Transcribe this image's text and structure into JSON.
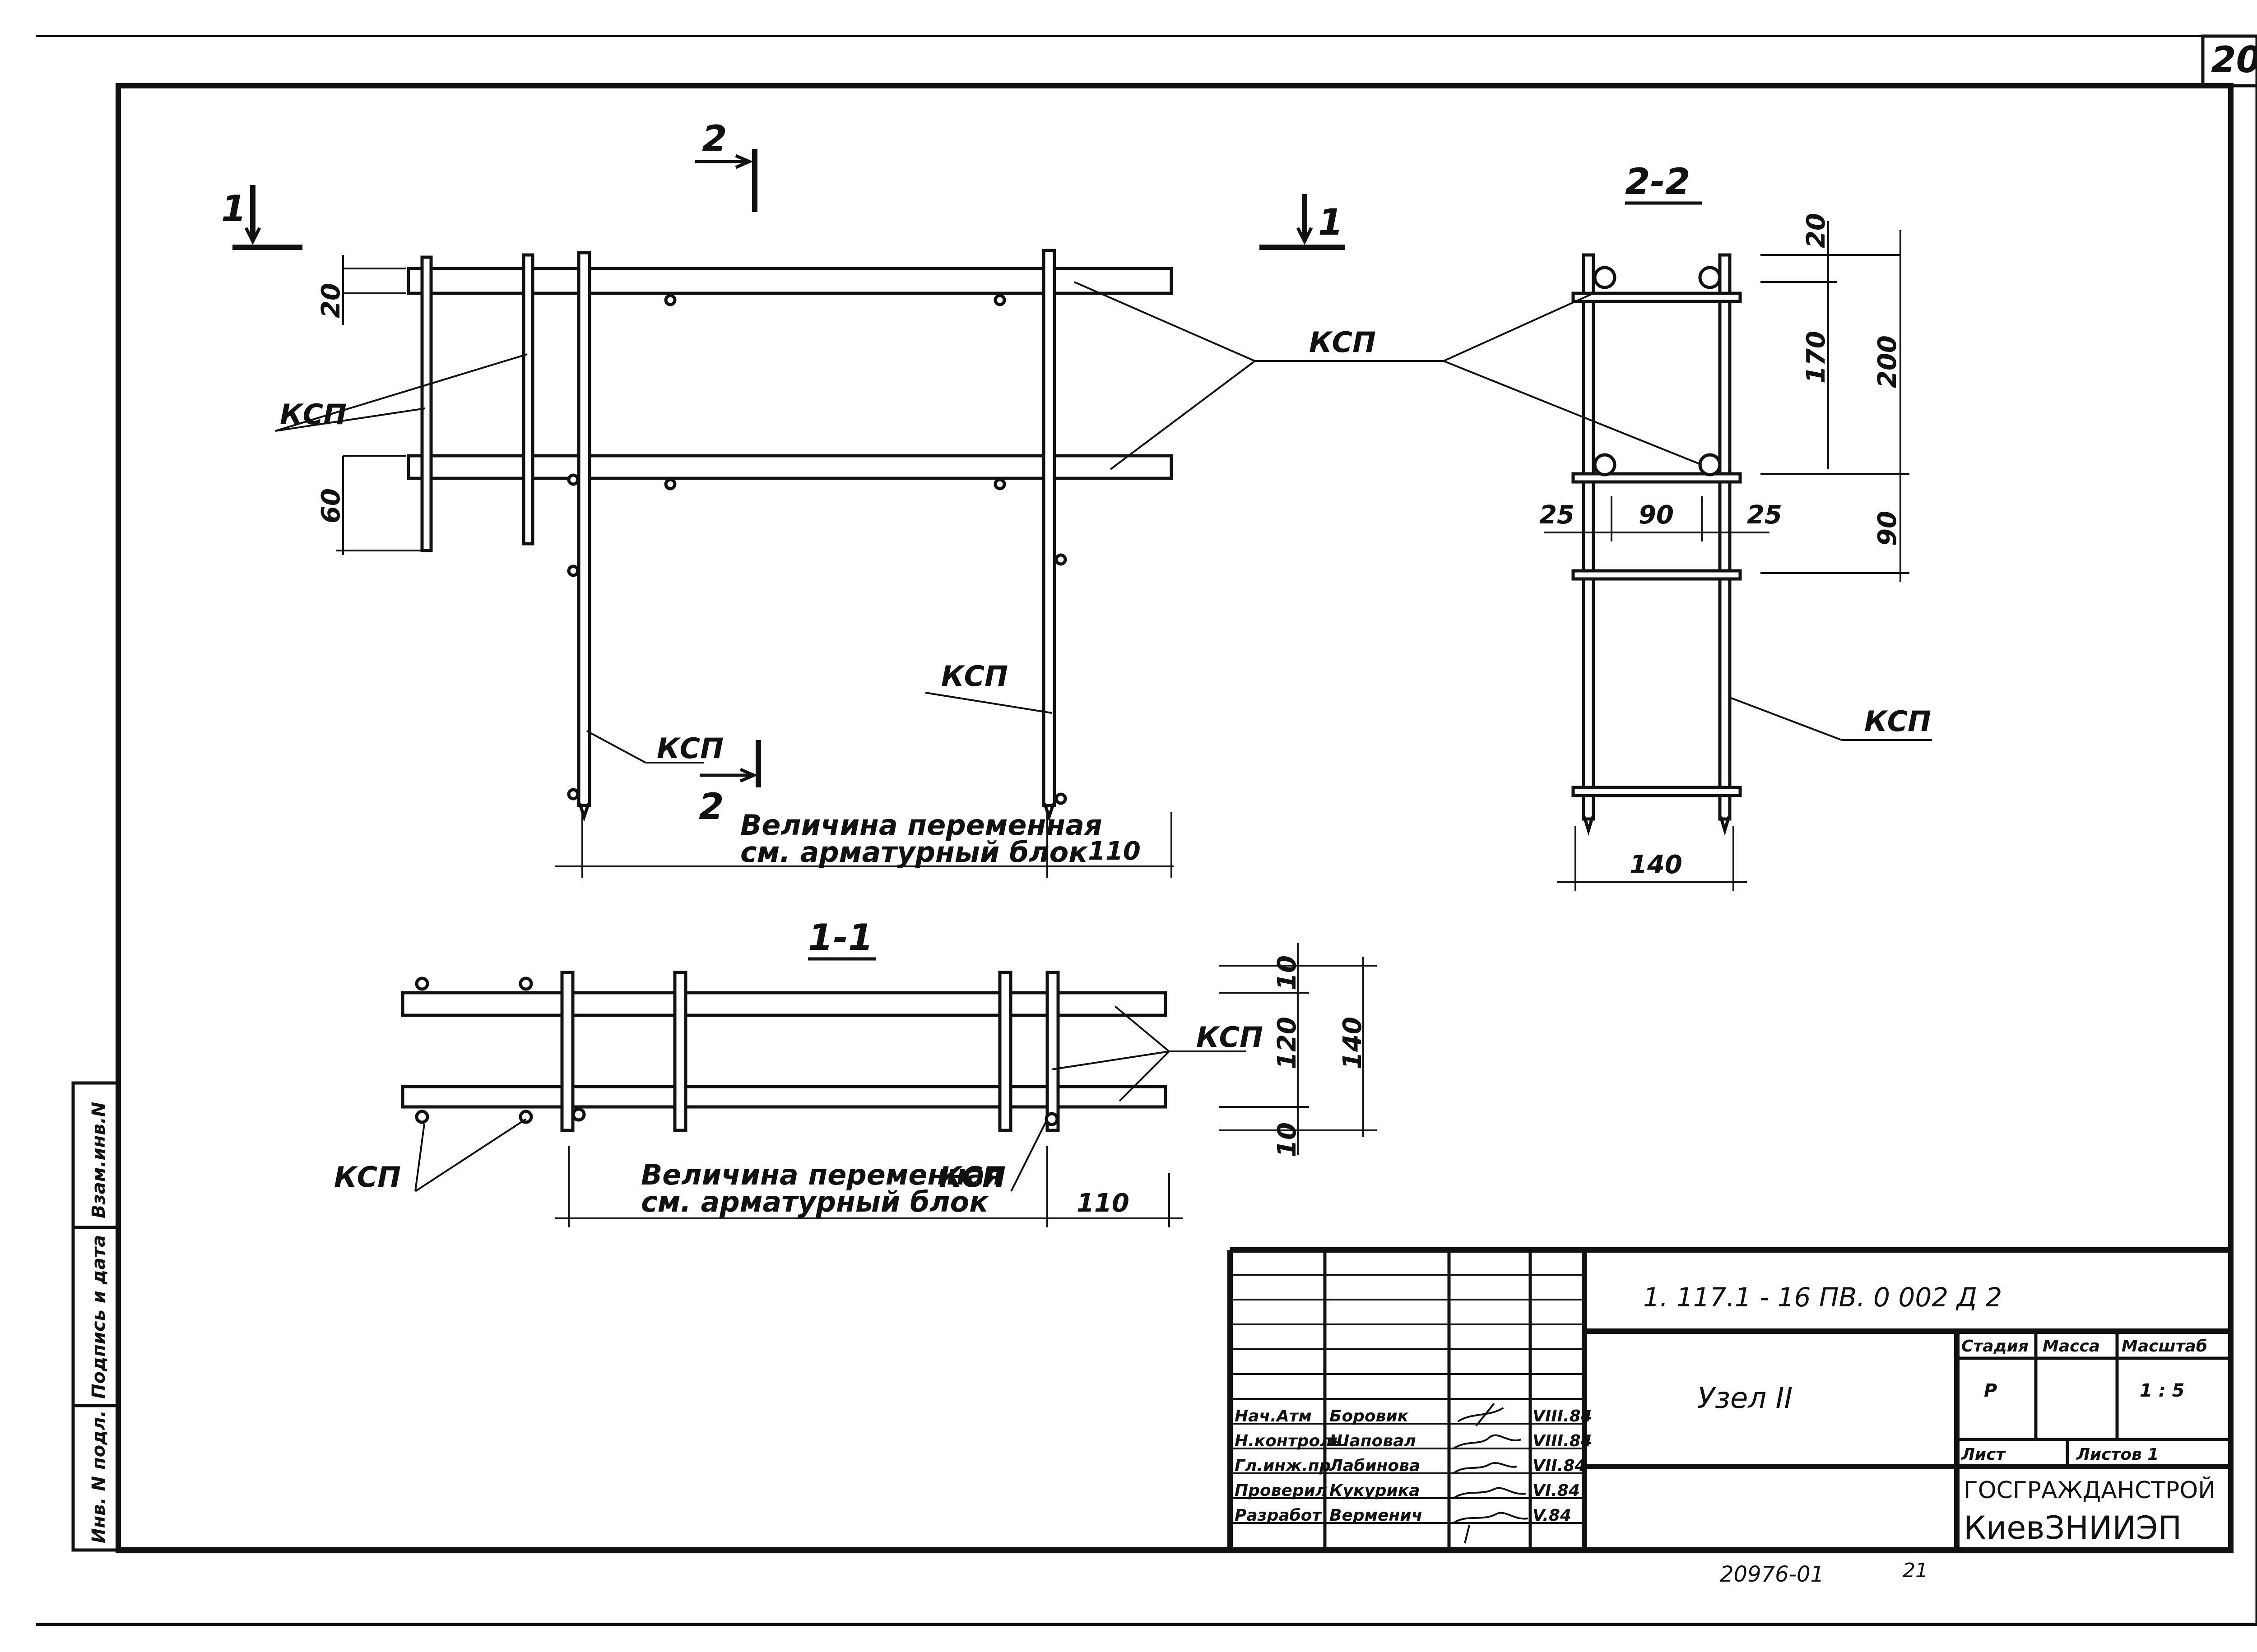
{
  "sheet": {
    "number": "20"
  },
  "labels": {
    "ksp": "КСП",
    "variable_line1": "Величина переменная",
    "variable_line2": "см. арматурный блок"
  },
  "sections": {
    "section_1": "1",
    "section_2": "2",
    "view_1_1": "1-1",
    "view_2_2": "2-2"
  },
  "dimensions": {
    "plan": {
      "top_gap": "20",
      "lower_gap": "60",
      "end_length": "110"
    },
    "section_2_2": {
      "d20": "20",
      "d170": "170",
      "d200": "200",
      "d90_right": "90",
      "d25_left": "25",
      "d90_mid": "90",
      "d25_right": "25",
      "d140": "140"
    },
    "section_1_1": {
      "d10_top": "10",
      "d120": "120",
      "d140": "140",
      "d10_bottom": "10",
      "end_length": "110"
    }
  },
  "side_stamp": {
    "inv_orig": "Инв. N подл.",
    "sign_date": "Подпись и дата",
    "inv_replace": "Взам.инв.N"
  },
  "title_block": {
    "doc_code": "1. 117.1 - 16 ПВ. 0    002 Д 2",
    "title": "Узел II",
    "stage_header": "Стадия",
    "mass_header": "Масса",
    "scale_header": "Масштаб",
    "stage_value": "Р",
    "mass_value": "",
    "scale_value": "1 : 5",
    "sheet_label": "Лист",
    "sheets_label": "Листов 1",
    "org_line1": "ГОСГРАЖДАНСТРОЙ",
    "org_line2": "КиевЗНИИЭП",
    "people": [
      {
        "role": "Нач.Атм",
        "name": "Боровик",
        "date": "VIII.84"
      },
      {
        "role": "Н.контроль",
        "name": "Шаповал",
        "date": "VIII.84"
      },
      {
        "role": "Гл.инж.пр",
        "name": "Лабинова",
        "date": "VII.84"
      },
      {
        "role": "Проверил",
        "name": "Кукурика",
        "date": "VI.84"
      },
      {
        "role": "Разработ",
        "name": "Верменич",
        "date": "V.84"
      }
    ]
  },
  "footer": {
    "drawing_number": "20976-01",
    "page": "21"
  }
}
